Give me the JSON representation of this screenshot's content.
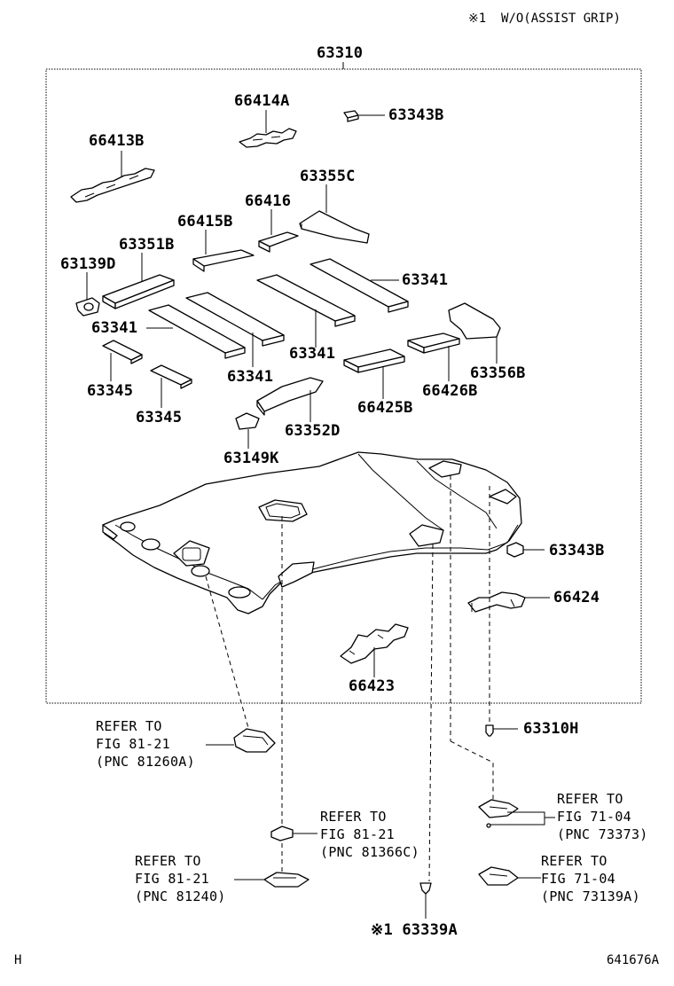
{
  "header_note": "※1  W/O(ASSIST GRIP)",
  "assembly_label": "63310",
  "parts": {
    "p66414A": "66414A",
    "p63343B_top": "63343B",
    "p66413B": "66413B",
    "p63355C": "63355C",
    "p66416": "66416",
    "p66415B": "66415B",
    "p63351B": "63351B",
    "p63139D": "63139D",
    "p63341_right": "63341",
    "p63341_left": "63341",
    "p63341_center": "63341",
    "p63341_lower": "63341",
    "p63356B": "63356B",
    "p66426B": "66426B",
    "p66425B": "66425B",
    "p63345_a": "63345",
    "p63345_b": "63345",
    "p63352D": "63352D",
    "p63149K": "63149K",
    "p63343B_mid": "63343B",
    "p66424": "66424",
    "p66423": "66423",
    "p63310H": "63310H",
    "p63339A": "※1 63339A"
  },
  "refs": {
    "ref1": {
      "line1": "REFER TO",
      "line2": "FIG 81-21",
      "line3": "(PNC 81260A)"
    },
    "ref2": {
      "line1": "REFER TO",
      "line2": "FIG 81-21",
      "line3": "(PNC 81366C)"
    },
    "ref3": {
      "line1": "REFER TO",
      "line2": "FIG 81-21",
      "line3": "(PNC 81240)"
    },
    "ref4": {
      "line1": "REFER TO",
      "line2": "FIG 71-04",
      "line3": "(PNC 73373)"
    },
    "ref5": {
      "line1": "REFER TO",
      "line2": "FIG 71-04",
      "line3": "(PNC 73139A)"
    }
  },
  "footer": {
    "left": "H",
    "right": "641676A"
  }
}
